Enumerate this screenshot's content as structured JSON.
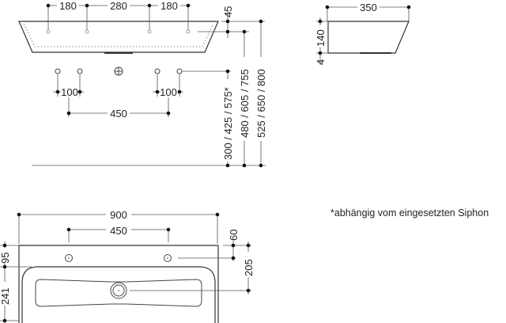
{
  "top_view": {
    "dims_top": [
      "180",
      "280",
      "180"
    ],
    "rim_height": "45",
    "tap_spacing": [
      "100",
      "100"
    ],
    "tap_pair_distance": "450",
    "heights": [
      "300 / 425 / 575*",
      "480 / 605 / 755",
      "525 / 650 / 800"
    ]
  },
  "side_view": {
    "depth": "350",
    "height": "140",
    "base": "4"
  },
  "front_view": {
    "width": "900",
    "hole_distance": "450",
    "right_top": "60",
    "right_drain": "205",
    "left_top": "95",
    "left_basin": "241"
  },
  "note": "*abhängig vom eingesetzten Siphon"
}
